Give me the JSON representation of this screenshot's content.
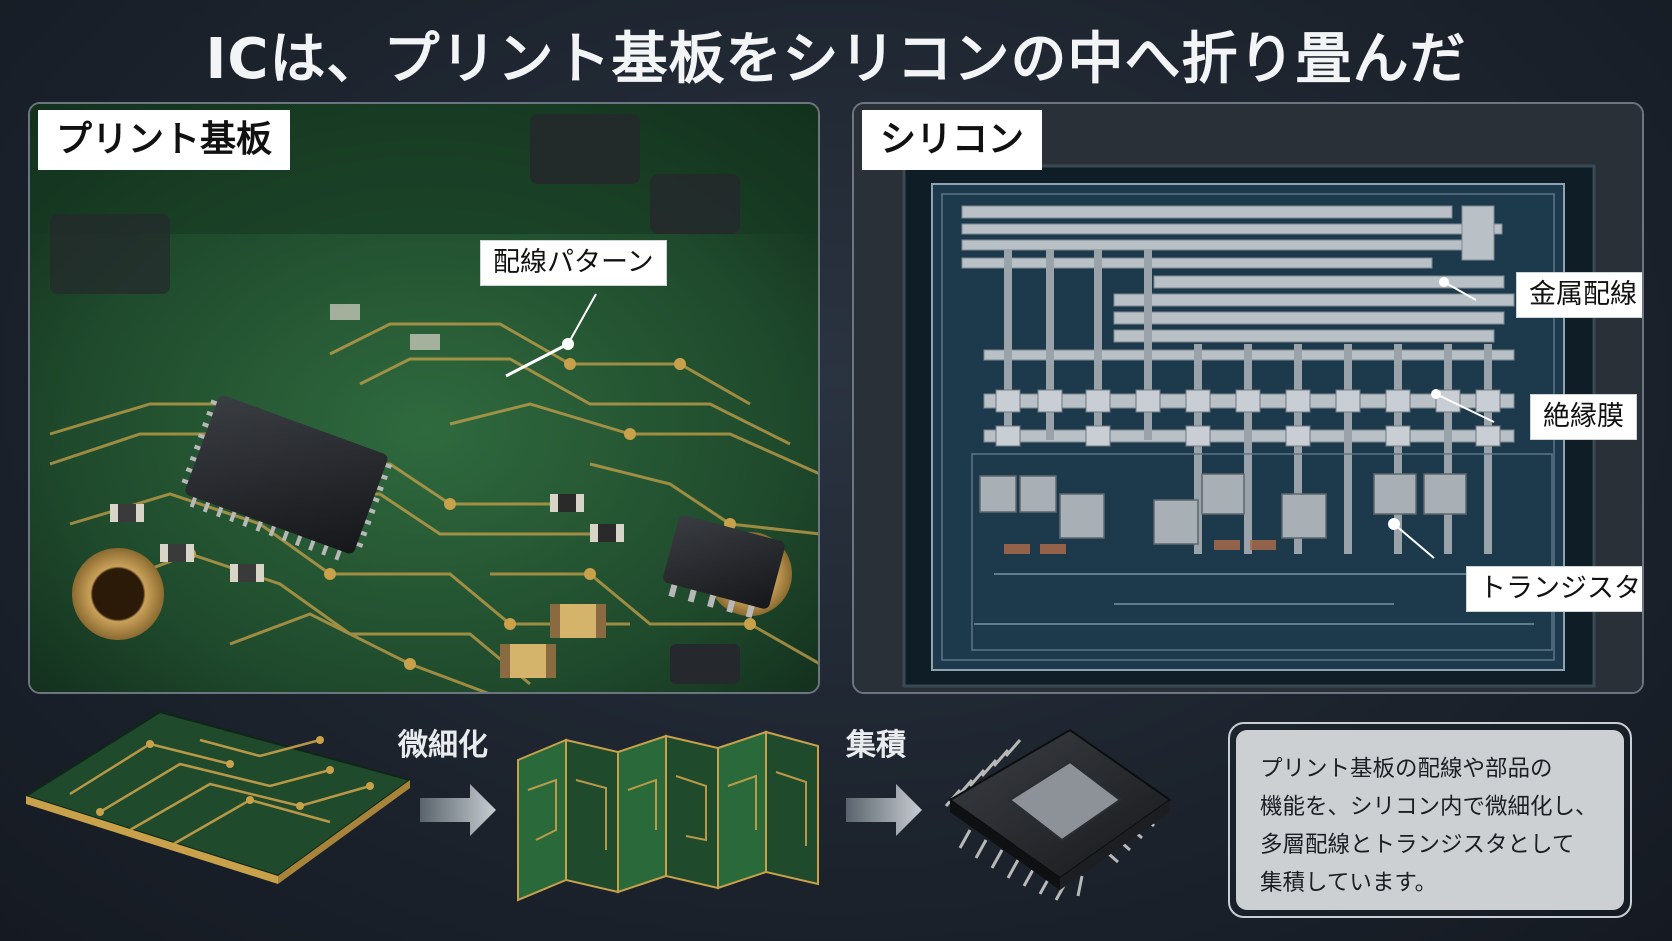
{
  "title": "ICは、プリント基板をシリコンの中へ折り畳んだ",
  "left_panel": {
    "label": "プリント基板",
    "callout_wiring": "配線パターン"
  },
  "right_panel": {
    "label": "シリコン",
    "callout_metal": "金属配線",
    "callout_insulator": "絶縁膜",
    "callout_transistor": "トランジスタ"
  },
  "process": {
    "step1": "微細化",
    "step2": "集積"
  },
  "description": [
    "プリント基板の配線や部品の",
    "機能を、シリコン内で微細化し、",
    "多層配線とトランジスタとして",
    "集積しています。"
  ],
  "colors": {
    "pcb_green": "#1f4a2c",
    "trace_gold": "#c9a14a",
    "silicon_blue": "#1d3a4c",
    "metal_gray": "#b9c0c6"
  }
}
